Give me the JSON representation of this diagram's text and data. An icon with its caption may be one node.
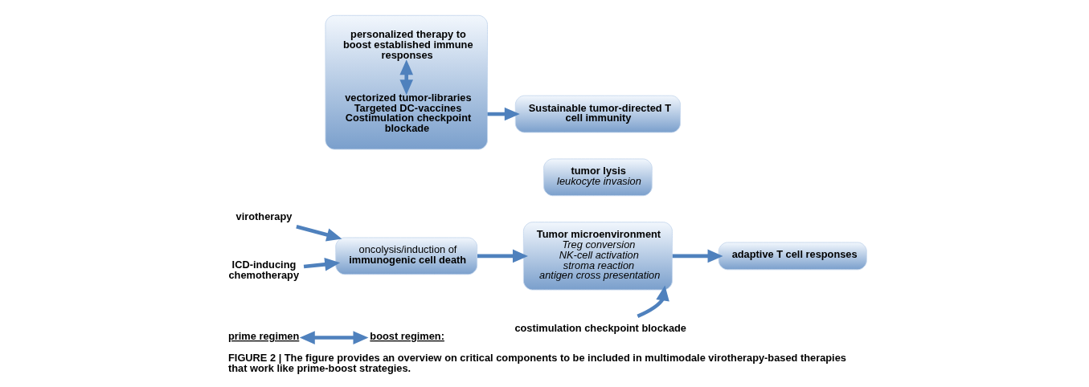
{
  "diagram": {
    "caption": "FIGURE 2 | The figure provides an overview on critical components to be included in multimodale virotherapy-based therapies that work like prime-boost strategies.",
    "nodes": [
      {
        "text": [
          "prime regimen"
        ]
      },
      {
        "text": [
          "boost regimen:"
        ]
      },
      {
        "text": [
          "oncolysis/induction of **immunogenic cell death**"
        ]
      },
      {
        "text": [
          "virotherapy"
        ]
      },
      {
        "text": [
          "ICD-inducing chemotherapy"
        ]
      },
      {
        "text": [
          "tumor lysis",
          "leukocyte invasion"
        ]
      },
      {
        "text": [
          "Tumor microenvironment",
          "Treg conversion",
          "NK-cell activation",
          "stroma reaction",
          "antigen cross presentation"
        ]
      },
      {
        "text": [
          "costimulation checkpoint blockade"
        ]
      },
      {
        "text": [
          "adaptive T cell responses"
        ]
      },
      {
        "text": [],
        "shape": "box"
      },
      {
        "text": [
          "personalized therapy to boost established immune responses"
        ],
        "in": 9
      },
      {
        "text": [
          "vectorized tumor-libraries Targeted DC-vaccines Costimulation checkpoint blockade"
        ],
        "in": 9
      },
      {
        "text": [
          "Sustainable tumor-directed T cell immunity"
        ]
      }
    ],
    "edges": [
      {
        "from": 0,
        "to": 1,
        "arrow": "both"
      },
      {
        "from": 3,
        "to": 2,
        "arrow": "to"
      },
      {
        "from": 4,
        "to": 2,
        "arrow": "to"
      },
      {
        "from": 2,
        "to": 6,
        "arrow": "to"
      },
      {
        "from": 7,
        "to": 6,
        "arrow": "to"
      },
      {
        "from": 6,
        "to": 8,
        "arrow": "to"
      },
      {
        "from": 10,
        "to": 11,
        "arrow": "both"
      },
      {
        "from": 9,
        "to": 12,
        "arrow": "to"
      }
    ]
  }
}
